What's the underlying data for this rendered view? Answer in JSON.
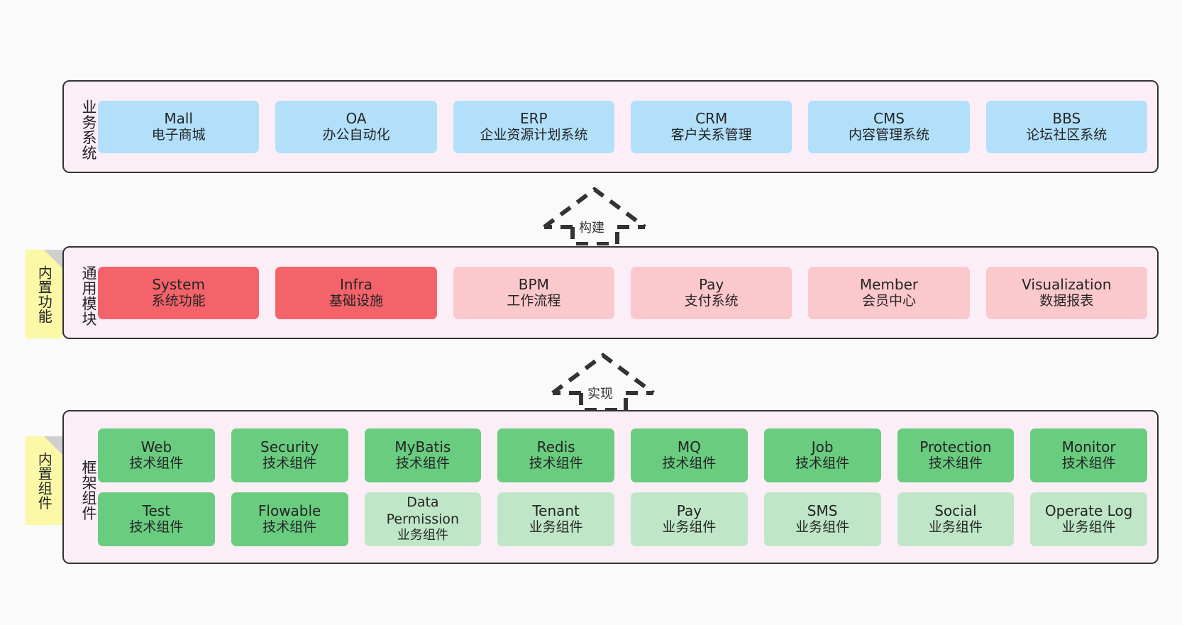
{
  "diagram": {
    "background_color": "#fafafa",
    "layer_bg_color": "#fbeef6",
    "layer_border_color": "#333333",
    "sticky_color": "#fbf8a8"
  },
  "business_layer": {
    "title": "业务系统",
    "nodes": [
      {
        "en": "Mall",
        "cn": "电子商城",
        "color": "#b2e0fb"
      },
      {
        "en": "OA",
        "cn": "办公自动化",
        "color": "#b2e0fb"
      },
      {
        "en": "ERP",
        "cn": "企业资源计划系统",
        "color": "#b2e0fb"
      },
      {
        "en": "CRM",
        "cn": "客户关系管理",
        "color": "#b2e0fb"
      },
      {
        "en": "CMS",
        "cn": "内容管理系统",
        "color": "#b2e0fb"
      },
      {
        "en": "BBS",
        "cn": "论坛社区系统",
        "color": "#b2e0fb"
      }
    ]
  },
  "arrow_build": {
    "label": "构建"
  },
  "module_layer": {
    "title": "通用模块",
    "sticky": "内置功能",
    "nodes": [
      {
        "en": "System",
        "cn": "系统功能",
        "color": "#f4636a"
      },
      {
        "en": "Infra",
        "cn": "基础设施",
        "color": "#f4636a"
      },
      {
        "en": "BPM",
        "cn": "工作流程",
        "color": "#fbc8cd"
      },
      {
        "en": "Pay",
        "cn": "支付系统",
        "color": "#fbc8cd"
      },
      {
        "en": "Member",
        "cn": "会员中心",
        "color": "#fbc8cd"
      },
      {
        "en": "Visualization",
        "cn": "数据报表",
        "color": "#fbc8cd"
      }
    ]
  },
  "arrow_impl": {
    "label": "实现"
  },
  "framework_layer": {
    "title": "框架组件",
    "sticky": "内置组件",
    "row1": [
      {
        "en": "Web",
        "cn": "技术组件",
        "color": "#69cc7f"
      },
      {
        "en": "Security",
        "cn": "技术组件",
        "color": "#69cc7f"
      },
      {
        "en": "MyBatis",
        "cn": "技术组件",
        "color": "#69cc7f"
      },
      {
        "en": "Redis",
        "cn": "技术组件",
        "color": "#69cc7f"
      },
      {
        "en": "MQ",
        "cn": "技术组件",
        "color": "#69cc7f"
      },
      {
        "en": "Job",
        "cn": "技术组件",
        "color": "#69cc7f"
      },
      {
        "en": "Protection",
        "cn": "技术组件",
        "color": "#69cc7f"
      },
      {
        "en": "Monitor",
        "cn": "技术组件",
        "color": "#69cc7f"
      }
    ],
    "row2": [
      {
        "en": "Test",
        "cn": "技术组件",
        "color": "#69cc7f"
      },
      {
        "en": "Flowable",
        "cn": "技术组件",
        "color": "#69cc7f"
      },
      {
        "en": "Data Permission",
        "cn": "业务组件",
        "color": "#bfe7c7"
      },
      {
        "en": "Tenant",
        "cn": "业务组件",
        "color": "#bfe7c7"
      },
      {
        "en": "Pay",
        "cn": "业务组件",
        "color": "#bfe7c7"
      },
      {
        "en": "SMS",
        "cn": "业务组件",
        "color": "#bfe7c7"
      },
      {
        "en": "Social",
        "cn": "业务组件",
        "color": "#bfe7c7"
      },
      {
        "en": "Operate Log",
        "cn": "业务组件",
        "color": "#bfe7c7"
      }
    ]
  }
}
